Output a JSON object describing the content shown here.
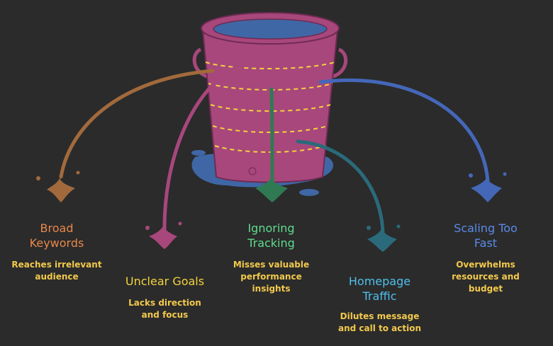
{
  "colors": {
    "background": "#2b2b2b",
    "bucket": "#a8477c",
    "bucket_dark": "#7e3560",
    "water": "#3f67a6",
    "stitch": "#f2d33c",
    "desc_text": "#f2c94c"
  },
  "diagram": {
    "center_icon": "leaking-bucket-icon",
    "leaks": [
      {
        "id": "broad",
        "title_lines": [
          "Broad",
          "Keywords"
        ],
        "desc_lines": [
          "Reaches irrelevant",
          "audience"
        ],
        "color": "#a26a3c"
      },
      {
        "id": "unclear",
        "title_lines": [
          "Unclear Goals"
        ],
        "desc_lines": [
          "Lacks direction",
          "and focus"
        ],
        "color": "#a8477c"
      },
      {
        "id": "ignoring",
        "title_lines": [
          "Ignoring",
          "Tracking"
        ],
        "desc_lines": [
          "Misses valuable",
          "performance",
          "insights"
        ],
        "color": "#2f7a52"
      },
      {
        "id": "homepage",
        "title_lines": [
          "Homepage",
          "Traffic"
        ],
        "desc_lines": [
          "Dilutes message",
          "and call to action"
        ],
        "color": "#2b6a7a"
      },
      {
        "id": "scaling",
        "title_lines": [
          "Scaling Too",
          "Fast"
        ],
        "desc_lines": [
          "Overwhelms",
          "resources and",
          "budget"
        ],
        "color": "#4467b8"
      }
    ],
    "title_colors": {
      "broad": "#e8874a",
      "unclear": "#f2d33c",
      "ignoring": "#5fdc8c",
      "homepage": "#4ec0ec",
      "scaling": "#5a8ae8"
    }
  }
}
